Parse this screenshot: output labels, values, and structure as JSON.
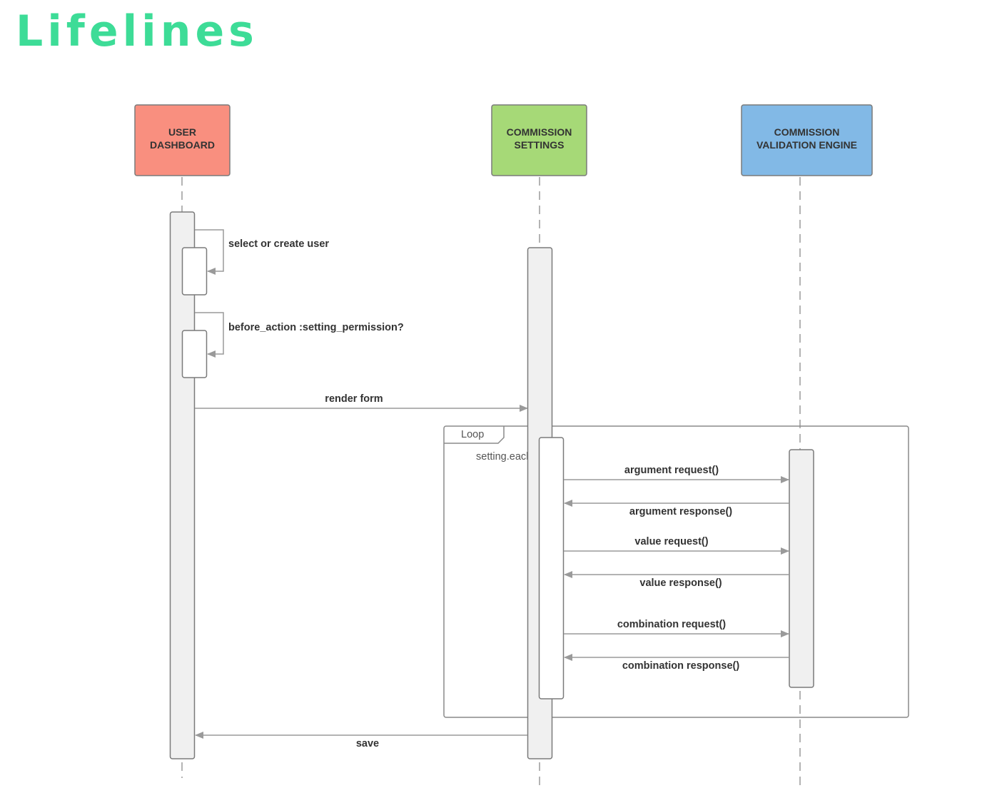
{
  "title": "Lifelines",
  "colors": {
    "title": "#3ddc97",
    "user_dashboard": "#f98f7f",
    "commission_settings": "#a6d977",
    "validation_engine": "#82b9e6",
    "stroke": "#8a8a8a",
    "activation_fill": "#f0f0f0"
  },
  "participants": {
    "user_dashboard": {
      "line1": "USER",
      "line2": "DASHBOARD"
    },
    "commission_settings": {
      "line1": "COMMISSION",
      "line2": "SETTINGS"
    },
    "validation_engine": {
      "line1": "COMMISSION",
      "line2": "VALIDATION ENGINE"
    }
  },
  "messages": {
    "select_or_create_user": "select or create user",
    "before_action": "before_action :setting_permission?",
    "render_form": "render form",
    "argument_request": "argument request()",
    "argument_response": "argument response()",
    "value_request": "value request()",
    "value_response": "value response()",
    "combination_request": "combination request()",
    "combination_response": "combination response()",
    "save": "save"
  },
  "loop": {
    "label": "Loop",
    "guard": "setting.each"
  }
}
